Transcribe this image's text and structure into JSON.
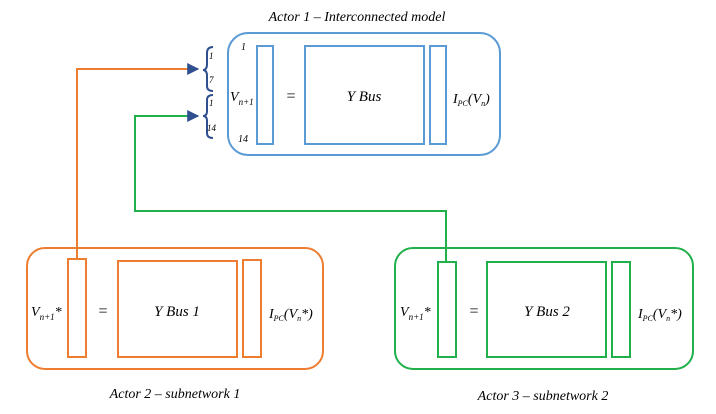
{
  "actors": {
    "a1": {
      "title": "Actor 1 – Interconnected model",
      "v_main": "V",
      "v_sub": "n+1",
      "equals": "=",
      "matrix": "Y Bus",
      "i_main": "I",
      "i_sub": "PC",
      "i_arg_open": "(V",
      "i_arg_sub": "n",
      "i_arg_close": ")",
      "idx_top1": "1",
      "idx_top2": "7",
      "idx_bot1": "1",
      "idx_bot2": "14",
      "inner_top": "1",
      "inner_bot": "14",
      "color": "#5b9bd5"
    },
    "a2": {
      "title": "Actor 2 – subnetwork 1",
      "v_main": "V",
      "v_sub": "n+1",
      "v_star": "*",
      "equals": "=",
      "matrix": "Y Bus 1",
      "i_main": "I",
      "i_sub": "PC",
      "i_arg_open": "(V",
      "i_arg_sub": "n",
      "i_arg_close": "*)",
      "color": "#ed7d31"
    },
    "a3": {
      "title": "Actor 3 – subnetwork 2",
      "v_main": "V",
      "v_sub": "n+1",
      "v_star": "*",
      "equals": "=",
      "matrix": "Y Bus 2",
      "i_main": "I",
      "i_sub": "PC",
      "i_arg_open": "(V",
      "i_arg_sub": "n",
      "i_arg_close": "*)",
      "color": "#22b04c"
    }
  },
  "connectors": {
    "orange": "#ed7d31",
    "green": "#22b04c",
    "brace": "#2f4f8f"
  }
}
